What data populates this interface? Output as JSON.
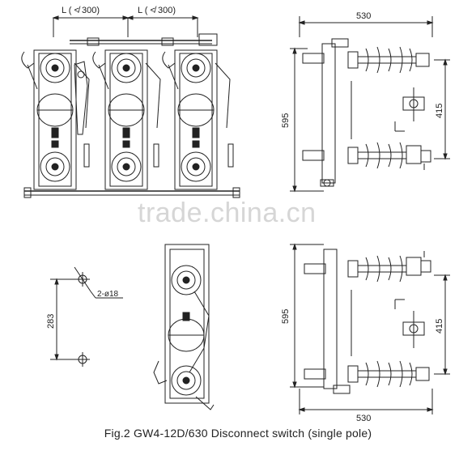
{
  "caption": "Fig.2  GW4-12D/630 Disconnect switch (single pole)",
  "watermark": "trade.china.cn",
  "front_view": {
    "dim_left": "L ( ≮ 300)",
    "dim_right": "L ( ≮ 300)"
  },
  "side_view_top": {
    "width_label": "530",
    "height_label": "595",
    "pitch_label": "415"
  },
  "side_view_bottom": {
    "width_label": "530",
    "height_label": "595",
    "pitch_label": "415"
  },
  "mount_detail": {
    "hole_label": "2-ø18",
    "spacing_label": "283"
  },
  "colors": {
    "line": "#222222",
    "watermark": "#d6d6d6"
  }
}
